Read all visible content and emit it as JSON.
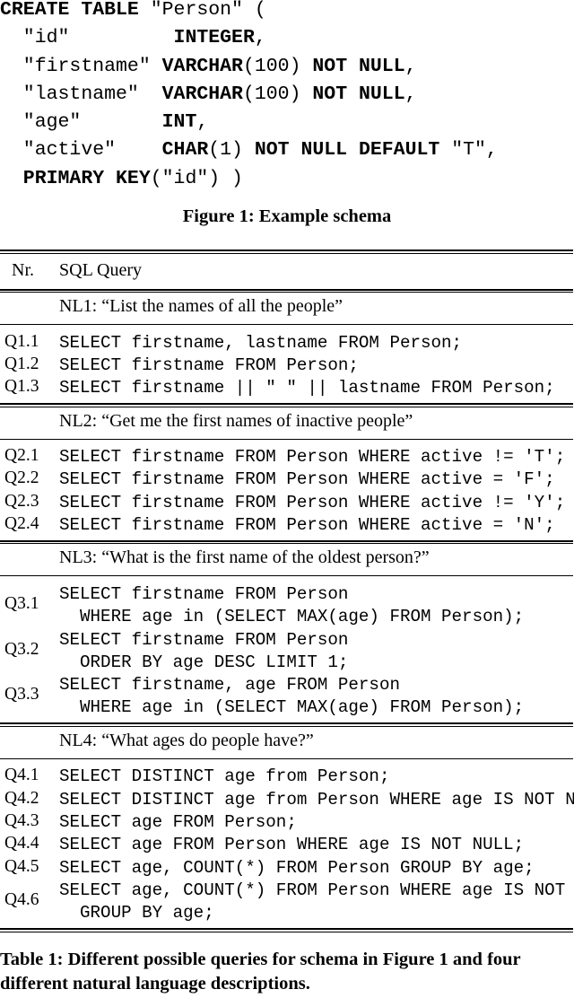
{
  "figure": {
    "caption": "Figure 1: Example schema",
    "schema_lines": [
      [
        {
          "t": "CREATE TABLE ",
          "b": true
        },
        {
          "t": "\"Person\" (",
          "b": false
        }
      ],
      [
        {
          "t": "  \"id\"         ",
          "b": false
        },
        {
          "t": "INTEGER",
          "b": true
        },
        {
          "t": ",",
          "b": false
        }
      ],
      [
        {
          "t": "  \"firstname\" ",
          "b": false
        },
        {
          "t": "VARCHAR",
          "b": true
        },
        {
          "t": "(100) ",
          "b": false
        },
        {
          "t": "NOT NULL",
          "b": true
        },
        {
          "t": ",",
          "b": false
        }
      ],
      [
        {
          "t": "  \"lastname\"  ",
          "b": false
        },
        {
          "t": "VARCHAR",
          "b": true
        },
        {
          "t": "(100) ",
          "b": false
        },
        {
          "t": "NOT NULL",
          "b": true
        },
        {
          "t": ",",
          "b": false
        }
      ],
      [
        {
          "t": "  \"age\"       ",
          "b": false
        },
        {
          "t": "INT",
          "b": true
        },
        {
          "t": ",",
          "b": false
        }
      ],
      [
        {
          "t": "  \"active\"    ",
          "b": false
        },
        {
          "t": "CHAR",
          "b": true
        },
        {
          "t": "(1) ",
          "b": false
        },
        {
          "t": "NOT NULL DEFAULT ",
          "b": true
        },
        {
          "t": "\"T\",",
          "b": false
        }
      ],
      [
        {
          "t": "  PRIMARY KEY",
          "b": true
        },
        {
          "t": "(\"id\") )",
          "b": false
        }
      ]
    ]
  },
  "table": {
    "caption": "Table 1: Different possible queries for schema in Figure 1 and four different natural language descriptions.",
    "columns": [
      "Nr.",
      "SQL Query"
    ],
    "groups": [
      {
        "nl": "NL1: “List the names of all the people”",
        "queries": [
          {
            "nr": "Q1.1",
            "sql": "SELECT firstname, lastname FROM Person;",
            "lines": 1
          },
          {
            "nr": "Q1.2",
            "sql": "SELECT firstname FROM Person;",
            "lines": 1
          },
          {
            "nr": "Q1.3",
            "sql": "SELECT firstname || \" \" || lastname FROM Person;",
            "lines": 1
          }
        ]
      },
      {
        "nl": "NL2: “Get me the first names of inactive people”",
        "queries": [
          {
            "nr": "Q2.1",
            "sql": "SELECT firstname FROM Person WHERE active != 'T';",
            "lines": 1
          },
          {
            "nr": "Q2.2",
            "sql": "SELECT firstname FROM Person WHERE active = 'F';",
            "lines": 1
          },
          {
            "nr": "Q2.3",
            "sql": "SELECT firstname FROM Person WHERE active != 'Y';",
            "lines": 1
          },
          {
            "nr": "Q2.4",
            "sql": "SELECT firstname FROM Person WHERE active = 'N';",
            "lines": 1
          }
        ]
      },
      {
        "nl": "NL3: “What is the first name of the oldest person?”",
        "queries": [
          {
            "nr": "Q3.1",
            "sql": "SELECT firstname FROM Person\n  WHERE age in (SELECT MAX(age) FROM Person);",
            "lines": 2
          },
          {
            "nr": "Q3.2",
            "sql": "SELECT firstname FROM Person\n  ORDER BY age DESC LIMIT 1;",
            "lines": 2
          },
          {
            "nr": "Q3.3",
            "sql": "SELECT firstname, age FROM Person\n  WHERE age in (SELECT MAX(age) FROM Person);",
            "lines": 2
          }
        ]
      },
      {
        "nl": "NL4: “What ages do people have?”",
        "queries": [
          {
            "nr": "Q4.1",
            "sql": "SELECT DISTINCT age from Person;",
            "lines": 1
          },
          {
            "nr": "Q4.2",
            "sql": "SELECT DISTINCT age from Person WHERE age IS NOT NULL;",
            "lines": 1
          },
          {
            "nr": "Q4.3",
            "sql": "SELECT age FROM Person;",
            "lines": 1
          },
          {
            "nr": "Q4.4",
            "sql": "SELECT age FROM Person WHERE age IS NOT NULL;",
            "lines": 1
          },
          {
            "nr": "Q4.5",
            "sql": "SELECT age, COUNT(*) FROM Person GROUP BY age;",
            "lines": 1
          },
          {
            "nr": "Q4.6",
            "sql": "SELECT age, COUNT(*) FROM Person WHERE age IS NOT NULL\n  GROUP BY age;",
            "lines": 2
          }
        ]
      }
    ]
  }
}
